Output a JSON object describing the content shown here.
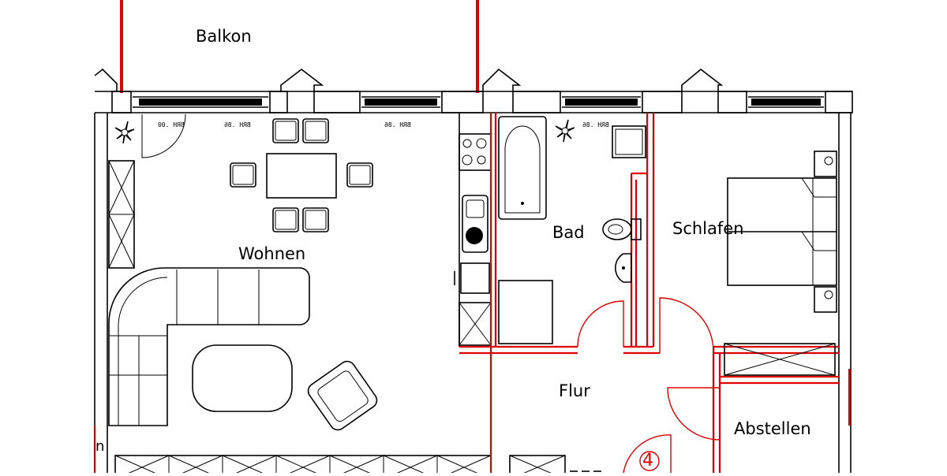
{
  "rooms": {
    "balkon": "Balkon",
    "wohnen": "Wohnen",
    "bad": "Bad",
    "schlafen": "Schlafen",
    "flur": "Flur",
    "abstellen": "Abstellen",
    "edge_fragment": "n"
  },
  "sill_labels": [
    "BRH .00",
    "BRH .86",
    "BRH .86",
    "BRH .86"
  ],
  "markers": {
    "door_marker": "4"
  },
  "colors": {
    "new_walls": "#e00000",
    "existing_walls": "#000000"
  }
}
